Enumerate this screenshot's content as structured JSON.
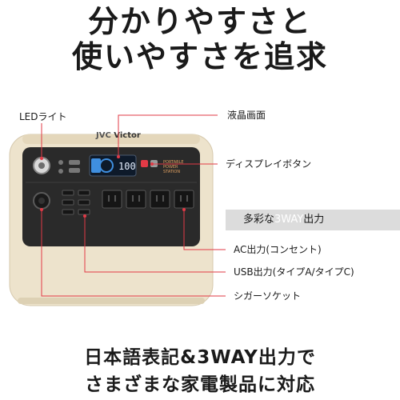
{
  "headline": {
    "line1": "分かりやすさと",
    "line2": "使いやすさを追求"
  },
  "product": {
    "brand": "Victor",
    "brand_prefix": "JVC",
    "display_digits": "100",
    "model_text": [
      "PORTABLE",
      "POWER",
      "STATION"
    ]
  },
  "callouts": {
    "led": "LEDライト",
    "lcd": "液晶画面",
    "display_button": "ディスプレイボタン",
    "panel_title_prefix": "多彩な",
    "panel_title_accent": "3WAY",
    "panel_title_suffix": "出力",
    "ac": "AC出力(コンセント)",
    "usb": "USB出力(タイプA/タイプC)",
    "cigar": "シガーソケット"
  },
  "footer": {
    "line1": "日本語表記&3WAY出力で",
    "line2": "さまざまな家電製品に対応"
  },
  "colors": {
    "body": "#ede3cc",
    "panel": "#2a2a2a",
    "accent": "#e23a46",
    "lcd": "#3f8fe0"
  }
}
